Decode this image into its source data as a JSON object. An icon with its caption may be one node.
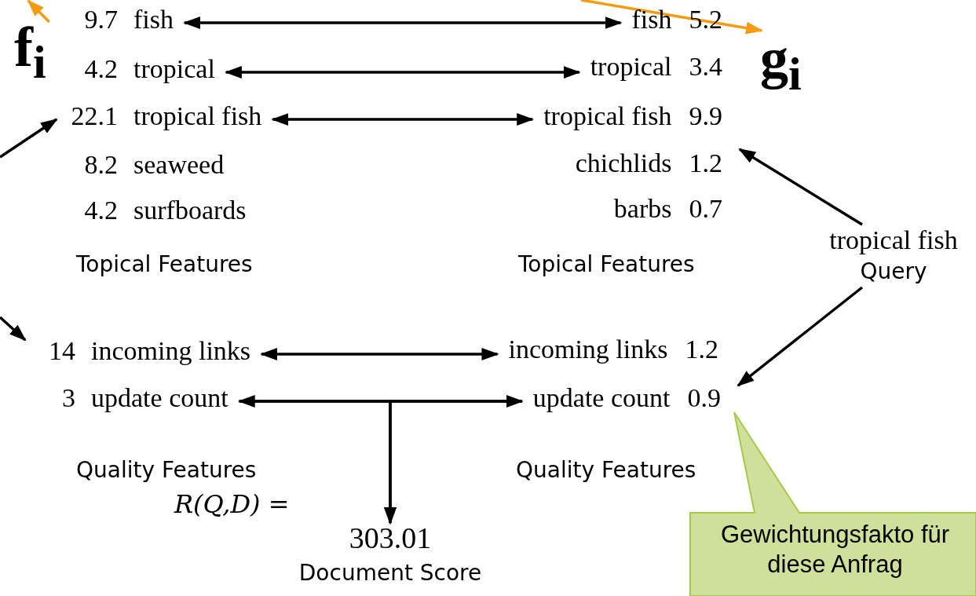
{
  "diagram": {
    "nodes": [
      {
        "text": [
          "f$_{i}$"
        ]
      },
      {
        "text": [
          "9.7",
          "fish"
        ]
      },
      {
        "text": [
          "4.2",
          "tropical"
        ]
      },
      {
        "text": [
          "22.1",
          "tropical fish"
        ]
      },
      {
        "text": [
          "8.2",
          "seaweed"
        ]
      },
      {
        "text": [
          "4.2",
          "surfboards"
        ]
      },
      {
        "text": [
          "fish",
          "5.2"
        ]
      },
      {
        "text": [
          "tropical",
          "3.4"
        ]
      },
      {
        "text": [
          "tropical fish",
          "9.9"
        ]
      },
      {
        "text": [
          "chichlids",
          "1.2"
        ]
      },
      {
        "text": [
          "barbs",
          "0.7"
        ]
      },
      {
        "text": [
          "g$_{i}$"
        ]
      },
      {
        "text": [
          "tropical fish",
          "Query"
        ]
      },
      {
        "text": [
          "14",
          "incoming links"
        ]
      },
      {
        "text": [
          "3",
          "update count"
        ]
      },
      {
        "text": [
          "incoming links",
          "1.2"
        ]
      },
      {
        "text": [
          "update count",
          "0.9"
        ]
      },
      {
        "text": [
          "303.01",
          "Document Score"
        ]
      },
      {
        "text": [
          "Gewichtungsfakto für diese Anfrag"
        ]
      }
    ],
    "edges": [
      {
        "from": 1,
        "to": 6,
        "arrow": "both"
      },
      {
        "from": 2,
        "to": 7,
        "arrow": "both"
      },
      {
        "from": 3,
        "to": 8,
        "arrow": "both"
      },
      {
        "from": 12,
        "to": 9,
        "arrow": "to"
      },
      {
        "from": 13,
        "to": 15,
        "arrow": "both"
      },
      {
        "from": 14,
        "to": 16,
        "arrow": "both"
      },
      {
        "from": 14,
        "to": 17,
        "arrow": "to"
      },
      {
        "from": 16,
        "to": 17,
        "arrow": "to"
      },
      {
        "from": 12,
        "to": 16,
        "arrow": "to"
      },
      {
        "from": null,
        "to": 3,
        "arrow": "to"
      },
      {
        "from": null,
        "to": 13,
        "arrow": "to"
      },
      {
        "from": null,
        "to": 11,
        "arrow": "to",
        "color": "#f39c12"
      },
      {
        "from": 0,
        "to": null,
        "arrow": "to",
        "color": "#f39c12"
      }
    ],
    "labels": [
      "Topical Features",
      "Topical Features",
      "Quality Features",
      "Quality Features",
      "R(Q,D) ="
    ]
  }
}
